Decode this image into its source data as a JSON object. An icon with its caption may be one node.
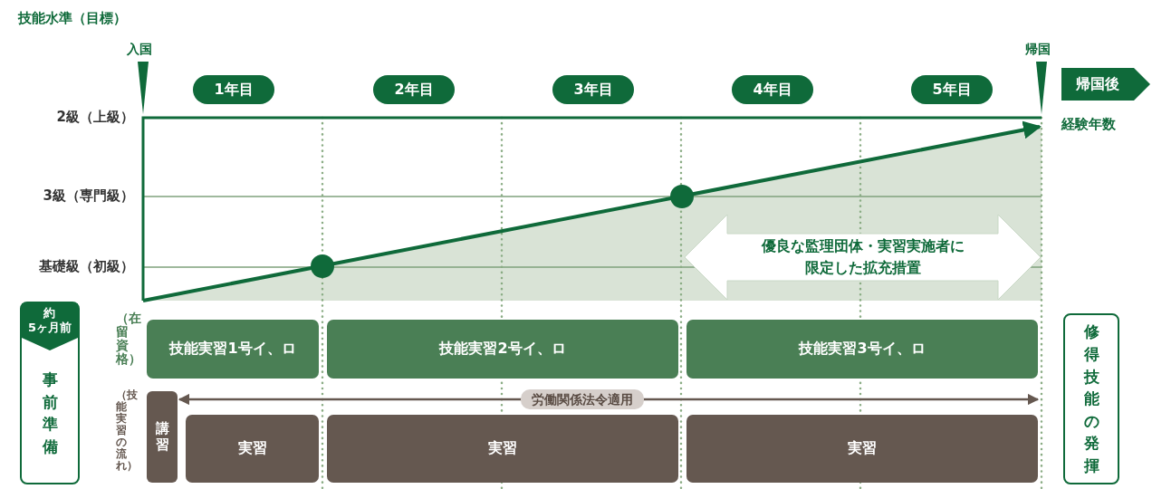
{
  "diagram": {
    "title": "技能水準（目標）",
    "nodes": [
      {
        "text": [
          "約5ヶ月前",
          "事前準備"
        ]
      },
      {
        "text": [
          "1年目"
        ]
      },
      {
        "text": [
          "2年目"
        ]
      },
      {
        "text": [
          "3年目"
        ]
      },
      {
        "text": [
          "4年目"
        ]
      },
      {
        "text": [
          "5年目"
        ]
      },
      {
        "text": [
          "帰国後"
        ]
      },
      {
        "text": [
          "技能実習1号イ、ロ"
        ]
      },
      {
        "text": [
          "技能実習2号イ、ロ"
        ]
      },
      {
        "text": [
          "技能実習3号イ、ロ"
        ]
      },
      {
        "text": [
          "講習"
        ]
      },
      {
        "text": [
          "実習"
        ]
      },
      {
        "text": [
          "実習"
        ]
      },
      {
        "text": [
          "実習"
        ]
      },
      {
        "text": [
          "修得技能の発揮"
        ]
      },
      {
        "text": [
          "優良な監理団体・実習実施者に限定した拡充措置"
        ]
      }
    ],
    "edges": [
      {
        "from": 10,
        "to": 13,
        "arrow": "both",
        "label": "労働関係法令適用"
      }
    ],
    "labels": [
      "入国",
      "帰国",
      "2級（上級）",
      "3級（専門級）",
      "基礎級（初級）",
      "経験年数",
      "（在留資格）",
      "（技能実習の流れ）"
    ]
  }
}
